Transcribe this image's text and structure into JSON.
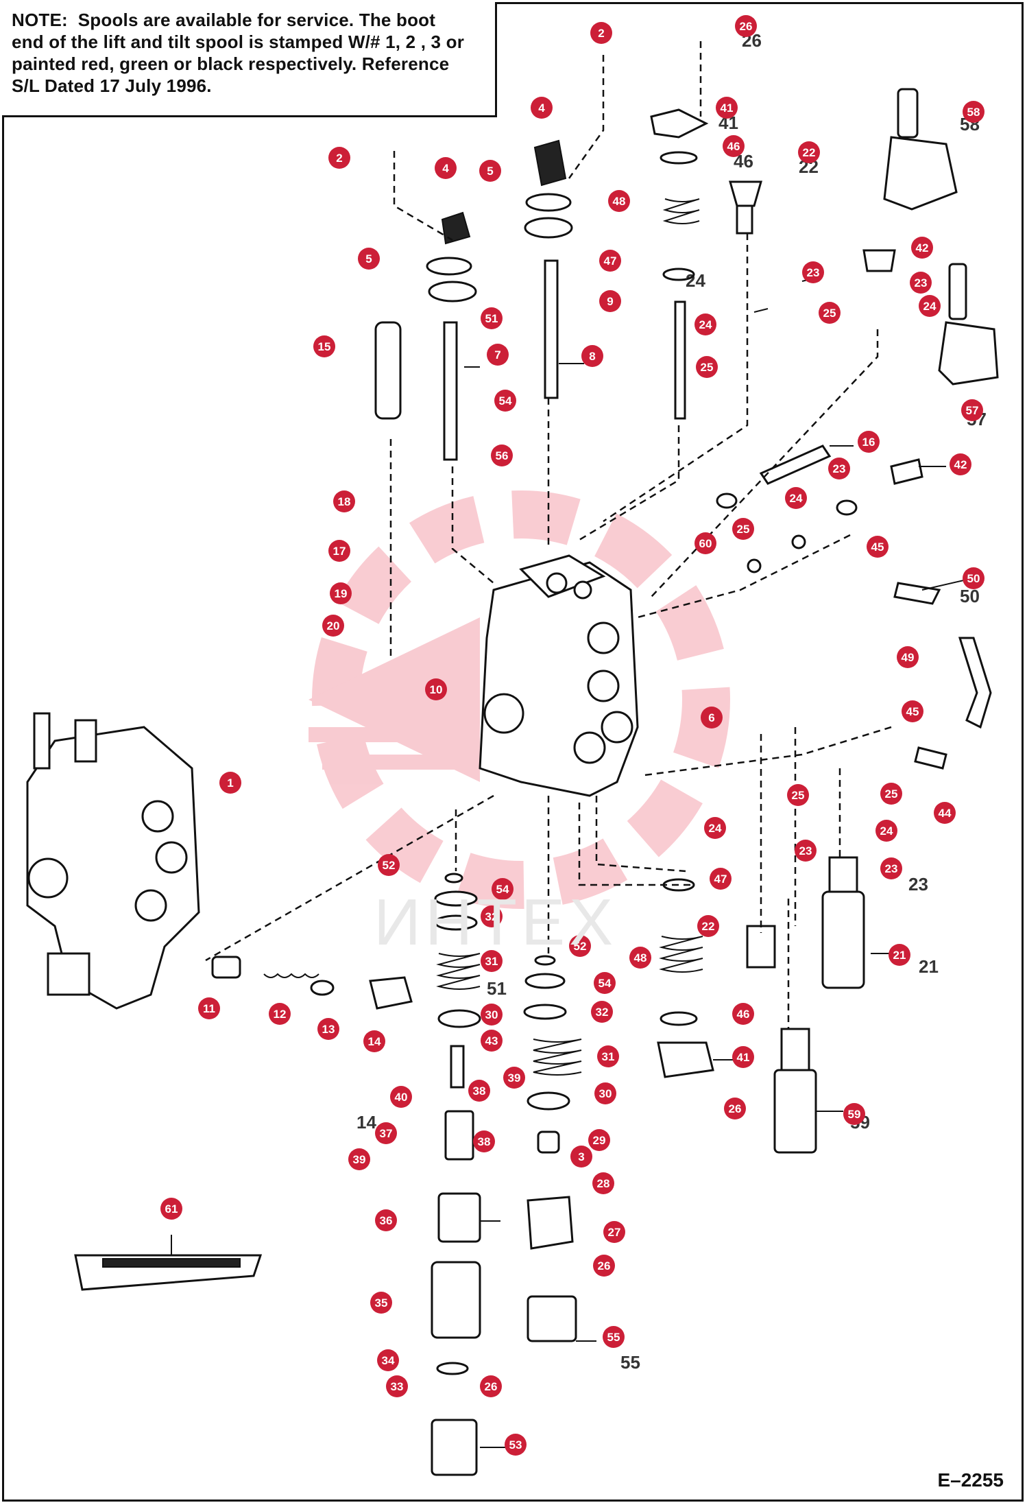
{
  "note": {
    "label": "NOTE:",
    "lines": [
      "Spools are available for service.  The boot",
      "end of the lift and tilt spool is stamped W/# 1, 2 , 3 or",
      "painted red, green or black respectively.  Reference",
      "S/L Dated 17 July 1996."
    ]
  },
  "figure_id": "E–2255",
  "watermark_text": "ИНТЕХ",
  "colors": {
    "callout": "#cc1f37",
    "ink": "#111111",
    "watermark": "#f4c9cf"
  },
  "callouts": [
    {
      "n": "26"
    },
    {
      "n": "2"
    },
    {
      "n": "41"
    },
    {
      "n": "58"
    },
    {
      "n": "4"
    },
    {
      "n": "46"
    },
    {
      "n": "2"
    },
    {
      "n": "4"
    },
    {
      "n": "5"
    },
    {
      "n": "22"
    },
    {
      "n": "48"
    },
    {
      "n": "5"
    },
    {
      "n": "47"
    },
    {
      "n": "42"
    },
    {
      "n": "23"
    },
    {
      "n": "23"
    },
    {
      "n": "24"
    },
    {
      "n": "9"
    },
    {
      "n": "51"
    },
    {
      "n": "25"
    },
    {
      "n": "24"
    },
    {
      "n": "15"
    },
    {
      "n": "7"
    },
    {
      "n": "8"
    },
    {
      "n": "25"
    },
    {
      "n": "57"
    },
    {
      "n": "54"
    },
    {
      "n": "16"
    },
    {
      "n": "56"
    },
    {
      "n": "23"
    },
    {
      "n": "42"
    },
    {
      "n": "18"
    },
    {
      "n": "24"
    },
    {
      "n": "25"
    },
    {
      "n": "60"
    },
    {
      "n": "17"
    },
    {
      "n": "45"
    },
    {
      "n": "50"
    },
    {
      "n": "19"
    },
    {
      "n": "20"
    },
    {
      "n": "49"
    },
    {
      "n": "10"
    },
    {
      "n": "45"
    },
    {
      "n": "6"
    },
    {
      "n": "1"
    },
    {
      "n": "25"
    },
    {
      "n": "25"
    },
    {
      "n": "24"
    },
    {
      "n": "44"
    },
    {
      "n": "24"
    },
    {
      "n": "23"
    },
    {
      "n": "23"
    },
    {
      "n": "52"
    },
    {
      "n": "47"
    },
    {
      "n": "54"
    },
    {
      "n": "32"
    },
    {
      "n": "22"
    },
    {
      "n": "21"
    },
    {
      "n": "52"
    },
    {
      "n": "31"
    },
    {
      "n": "48"
    },
    {
      "n": "54"
    },
    {
      "n": "11"
    },
    {
      "n": "12"
    },
    {
      "n": "13"
    },
    {
      "n": "14"
    },
    {
      "n": "30"
    },
    {
      "n": "32"
    },
    {
      "n": "46"
    },
    {
      "n": "43"
    },
    {
      "n": "31"
    },
    {
      "n": "41"
    },
    {
      "n": "39"
    },
    {
      "n": "38"
    },
    {
      "n": "30"
    },
    {
      "n": "40"
    },
    {
      "n": "26"
    },
    {
      "n": "59"
    },
    {
      "n": "37"
    },
    {
      "n": "38"
    },
    {
      "n": "29"
    },
    {
      "n": "3"
    },
    {
      "n": "39"
    },
    {
      "n": "28"
    },
    {
      "n": "61"
    },
    {
      "n": "36"
    },
    {
      "n": "27"
    },
    {
      "n": "26"
    },
    {
      "n": "35"
    },
    {
      "n": "55"
    },
    {
      "n": "34"
    },
    {
      "n": "26"
    },
    {
      "n": "33"
    },
    {
      "n": "53"
    }
  ]
}
